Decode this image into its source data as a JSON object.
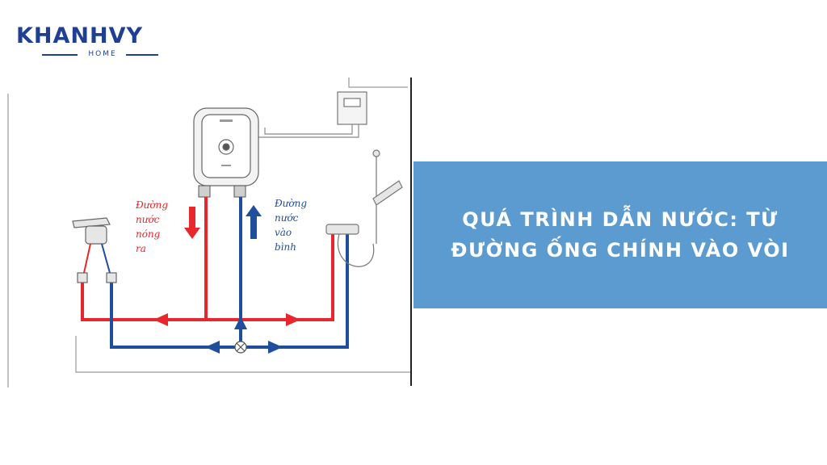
{
  "brand": {
    "name": "KHANHVY",
    "sub": "HOME"
  },
  "banner": {
    "title": "QUÁ TRÌNH DẪN NƯỚC: TỪ ĐƯỜNG ỐNG CHÍNH VÀO VÒI"
  },
  "diagram": {
    "hot_label": [
      "Đường",
      "nước",
      "nóng",
      "ra"
    ],
    "cold_label": [
      "Đường",
      "nước",
      "vào",
      "bình"
    ]
  },
  "colors": {
    "hot": "#e8262b",
    "cold": "#1f4e9c",
    "banner": "#5b9bcf",
    "brand": "#1f3f93"
  }
}
